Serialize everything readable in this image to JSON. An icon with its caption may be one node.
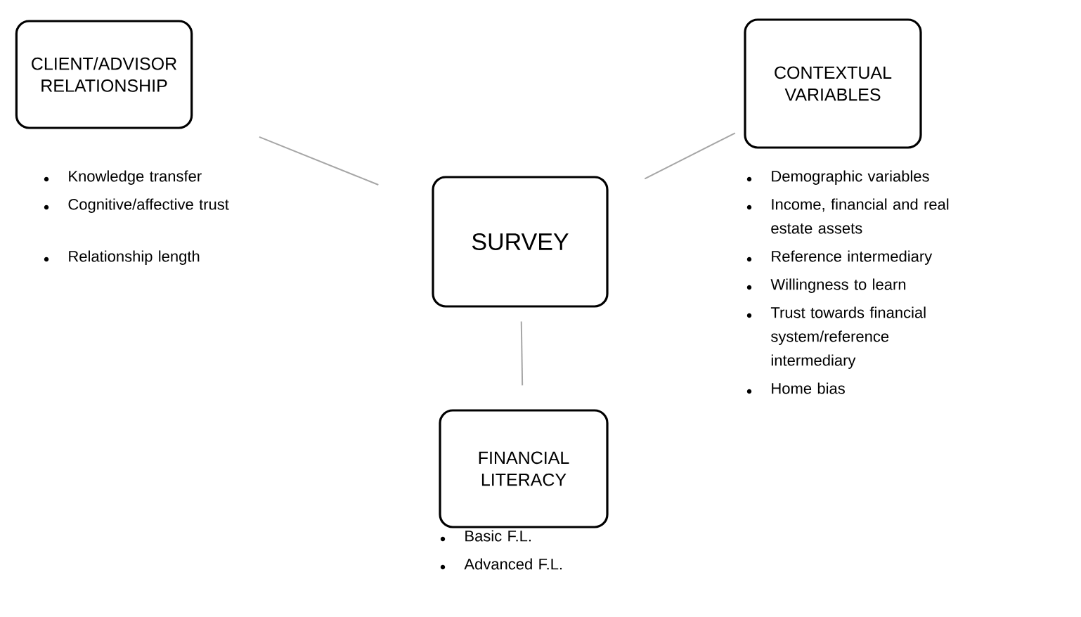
{
  "diagram": {
    "nodes": [
      {
        "text": [
          "CLIENT/ADVISOR RELATIONSHIP"
        ],
        "beside": [
          "Knowledge transfer",
          "Cognitive/affective trust",
          "Relationship length"
        ]
      },
      {
        "text": [
          "CONTEXTUAL VARIABLES"
        ],
        "beside": [
          "Demographic variables",
          "Income, financial and real estate assets",
          "Reference intermediary",
          "Willingness to learn",
          "Trust towards financial system/reference intermediary",
          "Home bias"
        ]
      },
      {
        "text": [
          "SURVEY"
        ]
      },
      {
        "text": [
          "FINANCIAL LITERACY"
        ],
        "beside": [
          "Basic F.L.",
          "Advanced F.L."
        ]
      }
    ],
    "edges": [
      {
        "from": 0,
        "to": 2,
        "arrow": "none"
      },
      {
        "from": 1,
        "to": 2,
        "arrow": "none"
      },
      {
        "from": 2,
        "to": 3,
        "arrow": "none"
      }
    ]
  }
}
